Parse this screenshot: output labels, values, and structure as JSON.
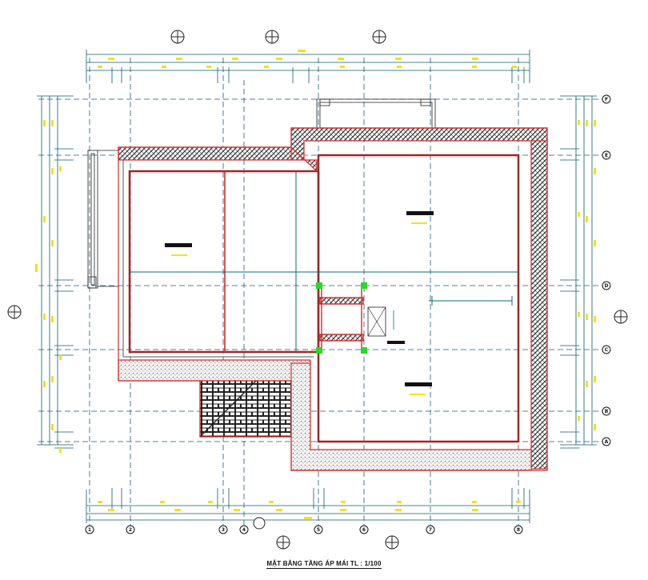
{
  "drawing": {
    "title": "MẶT BẰNG TẦNG ÁP MÁI TL : 1/100",
    "bottom_axes": [
      "1",
      "2",
      "3",
      "4",
      "5",
      "6",
      "7",
      "8"
    ],
    "right_axes": [
      "F",
      "E",
      "D",
      "C",
      "B",
      "A"
    ],
    "colors": {
      "grid_line": "#1e5a7a",
      "dimension_line": "#0b5d6b",
      "dimension_text": "#f2e600",
      "wall_red": "#d22b2b",
      "wall_fill": "#555555",
      "column_marker": "#22dd22"
    },
    "icons": [
      "section-marker-icon",
      "axis-bubble-icon",
      "north-arrow-icon"
    ]
  }
}
